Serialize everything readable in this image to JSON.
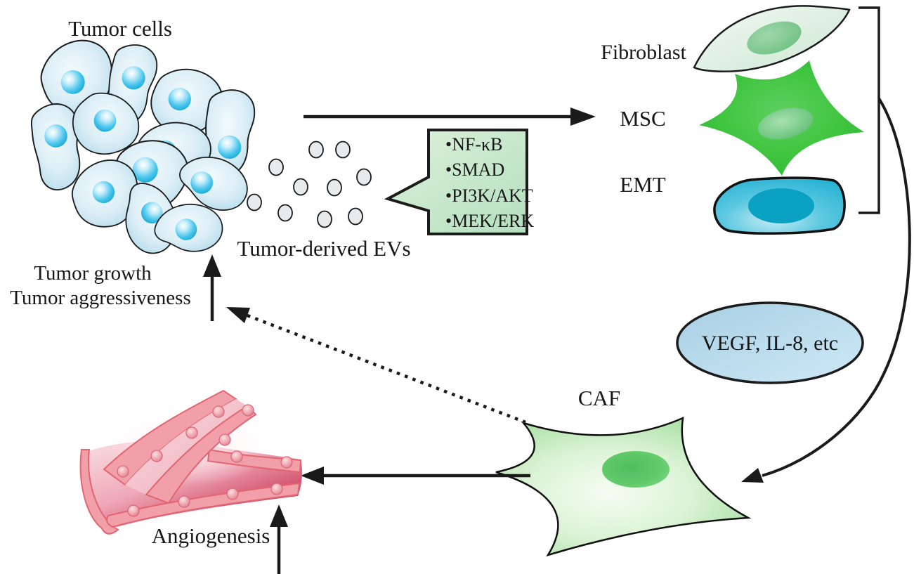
{
  "figure": {
    "type": "biological-pathway-diagram",
    "labels": {
      "tumor_cells": "Tumor cells",
      "tumor_derived_evs": "Tumor-derived EVs",
      "fibroblast": "Fibroblast",
      "msc": "MSC",
      "emt": "EMT",
      "vegf": "VEGF, IL-8, etc",
      "caf": "CAF",
      "angiogenesis": "Angiogenesis",
      "tumor_growth_line1": "Tumor growth",
      "tumor_growth_line2": "Tumor aggressiveness"
    },
    "callout": {
      "items": [
        "•NF-κB",
        "•SMAD",
        "•PI3K/AKT",
        "•MEK/ERK"
      ]
    },
    "colors": {
      "tumor_cell_fill": "#c9e5f2",
      "tumor_nucleus": "#38bfe8",
      "ev_fill": "#e7ebee",
      "callout_green": "#cfeccd",
      "fibroblast_fill": "#ddefdf",
      "msc_green": "#3ec63e",
      "emt_teal": "#29b5d6",
      "caf_green": "#b8e6b0",
      "vegf_blue": "#b9dcee",
      "vessel_pink": "#f1a0aa",
      "vessel_red": "#c23a58",
      "line_black": "#1a1a1a"
    }
  }
}
